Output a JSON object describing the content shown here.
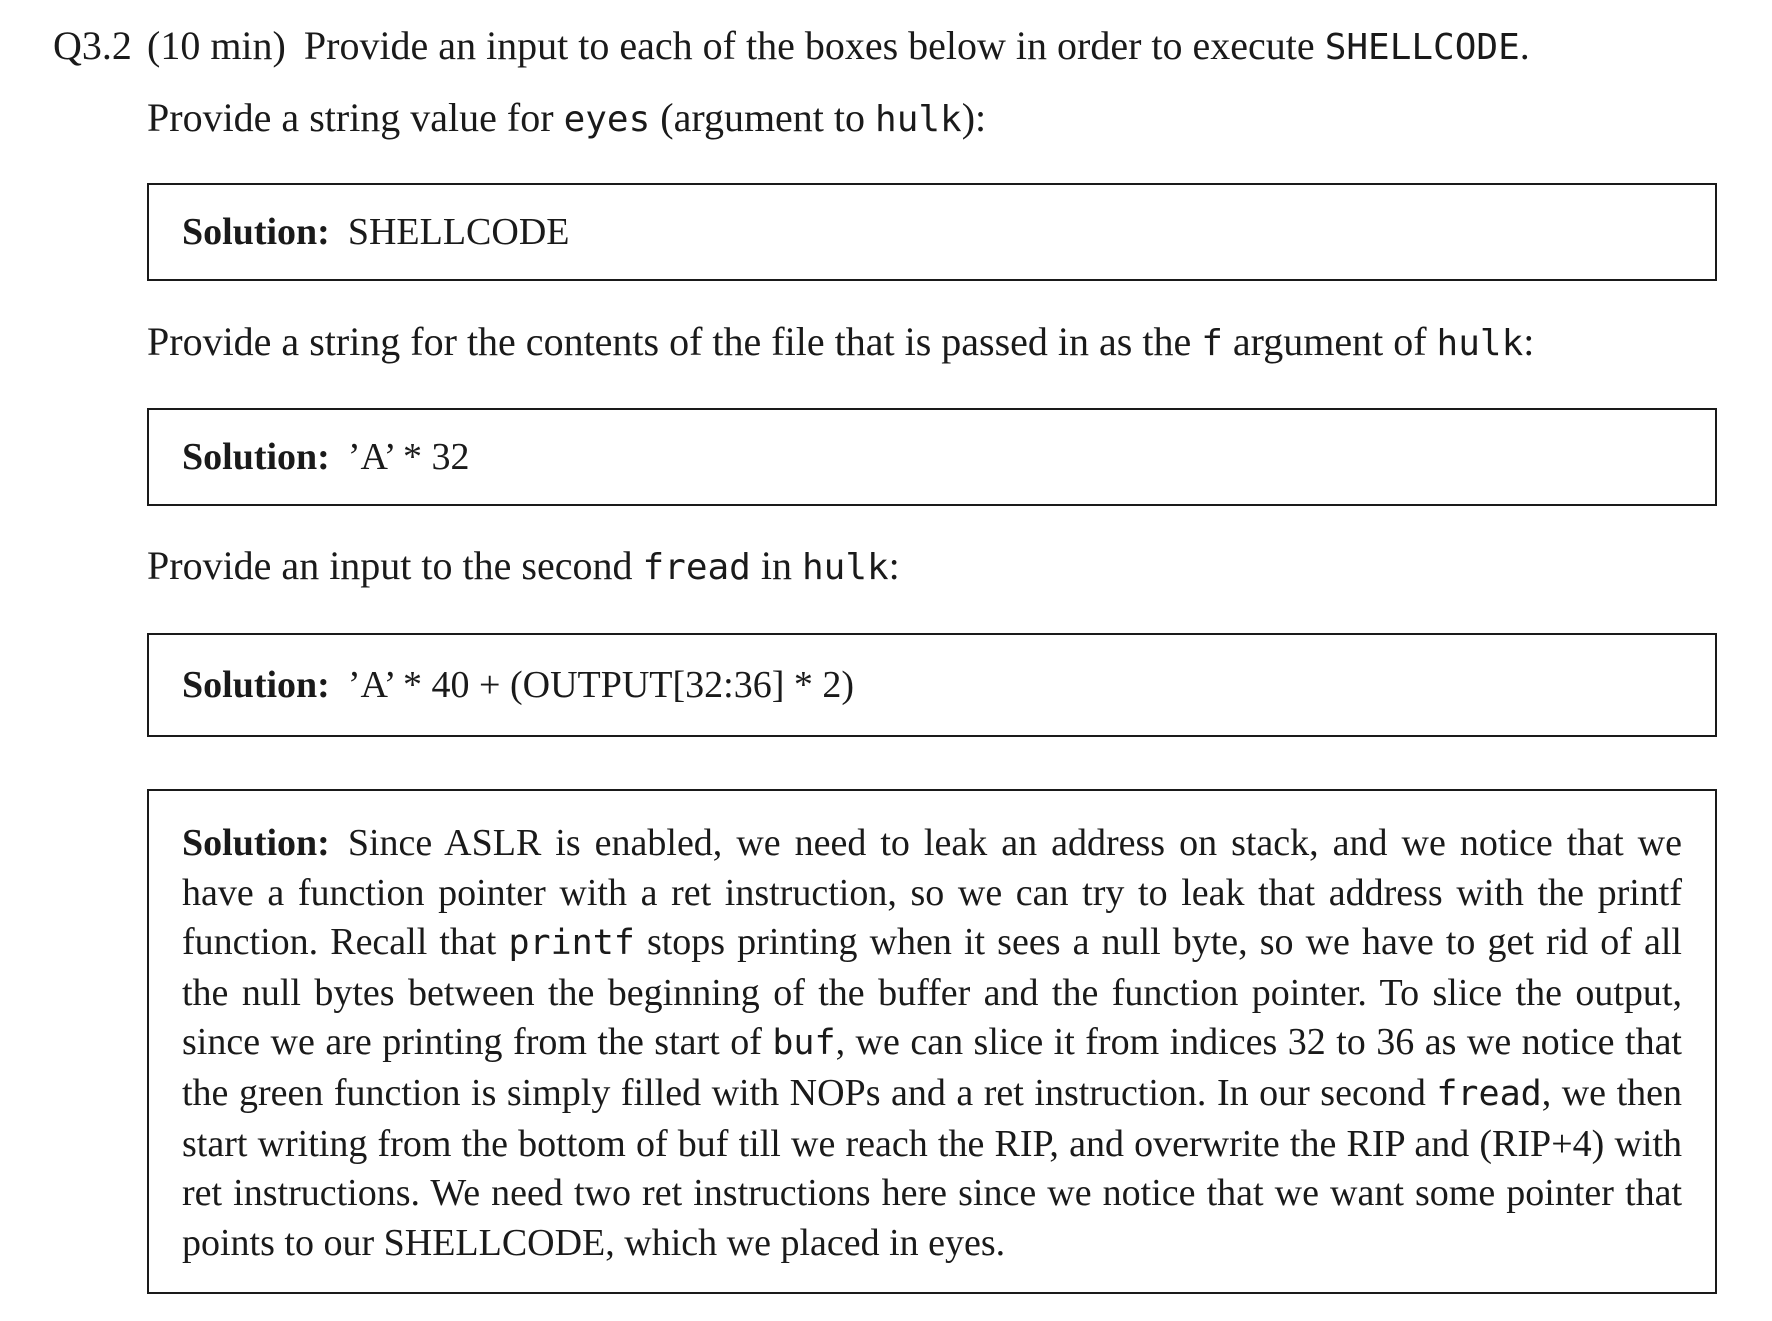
{
  "question": {
    "number": "Q3.2",
    "time": "(10 min)",
    "text_before": "Provide an input to each of the boxes below in order to execute ",
    "code": "SHELLCODE",
    "text_after": "."
  },
  "prompts": [
    {
      "parts": [
        "Provide a string value for ",
        "eyes",
        " (argument to ",
        "hulk",
        "):"
      ]
    },
    {
      "parts": [
        "Provide a string for the contents of the file that is passed in as the ",
        "f",
        " argument of ",
        "hulk",
        ":"
      ]
    },
    {
      "parts": [
        "Provide an input to the second ",
        "fread",
        " in ",
        "hulk",
        ":"
      ]
    }
  ],
  "solution_label": "Solution:",
  "solutions": [
    "SHELLCODE",
    "’A’ * 32",
    "’A’ * 40 + (OUTPUT[32:36] * 2)"
  ],
  "explanation": {
    "part1": "Since ASLR is enabled, we need to leak an address on stack, and we notice that we have a function pointer with a ret instruction, so we can try to leak that address with the printf function. Recall that ",
    "code1": "printf",
    "part2": " stops printing when it sees a null byte, so we have to get rid of all the null bytes between the beginning of the buffer and the function pointer. To slice the output, since we are printing from the start of ",
    "code2": "buf",
    "part3": ", we can slice it from indices 32 to 36 as we notice that the green function is simply filled with NOPs and a ret instruction. In our second ",
    "code3": "fread",
    "part4": ", we then start writing from the bottom of buf till we reach the RIP, and overwrite the RIP and (RIP+4) with ret instructions. We need two ret instructions here since we notice that we want some pointer that points to our SHELLCODE, which we placed in eyes."
  }
}
